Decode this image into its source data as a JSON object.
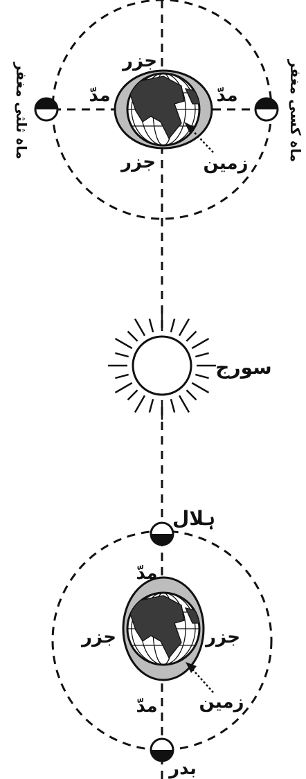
{
  "labels": {
    "sun": "سورج",
    "upper": {
      "spring_top": "جزر",
      "spring_bottom": "جزر",
      "neap_left": "مدّ",
      "neap_right": "مدّ",
      "earth": "زمین",
      "moon_left_phase": "ماہ ثلثی مغفر",
      "moon_right_phase": "ماہ کسی مغفر"
    },
    "lower": {
      "high_top": "مدّ",
      "high_bottom": "مدّ",
      "low_left": "جزر",
      "low_right": "جزر",
      "earth": "زمین",
      "moon_top_phase": "ہلال",
      "moon_bottom_phase": "بدر"
    }
  },
  "colors": {
    "ink": "#111111",
    "tidal_bulge": "#bdbdbd",
    "ocean": "#ffffff",
    "land": "#3a3a3a",
    "background": "#ffffff"
  },
  "icons": [
    "sun-icon",
    "earth-globe-icon",
    "moon-half-lit-icon"
  ]
}
